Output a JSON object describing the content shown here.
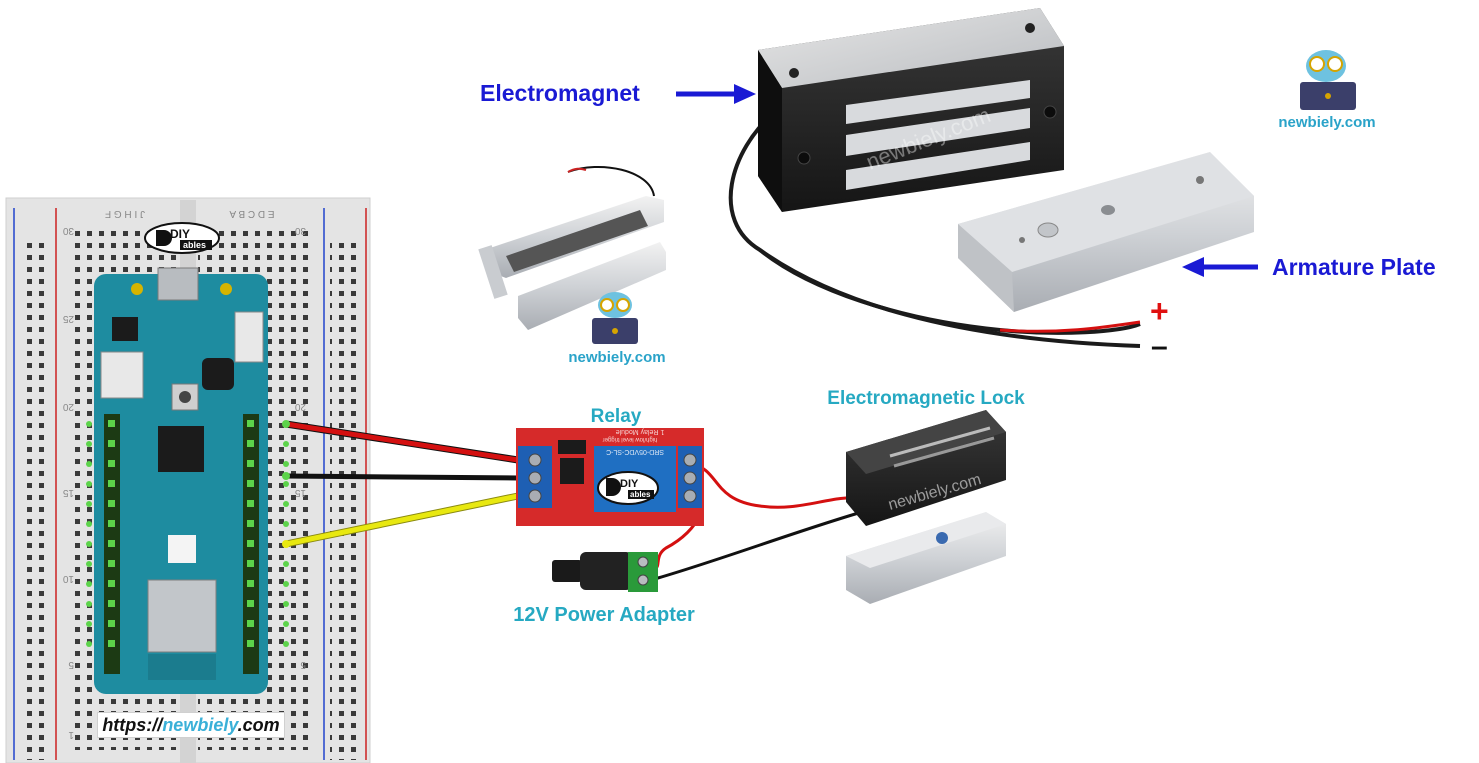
{
  "labels": {
    "electromagnet": "Electromagnet",
    "armature_plate": "Armature Plate",
    "relay": "Relay",
    "electromagnetic_lock": "Electromagnetic Lock",
    "power_adapter": "12V Power Adapter",
    "plus": "+",
    "minus": "–"
  },
  "watermark": {
    "site": "newbiely.com",
    "url_prefix": "https://",
    "url_accent": "newbiely",
    "url_suffix": ".com"
  },
  "logo": {
    "diy": "DIY",
    "ables": "ables"
  },
  "breadboard": {
    "col_letters_left": "J I H G F",
    "col_letters_right": "E D C B A",
    "row_numbers": [
      "30",
      "25",
      "20",
      "15",
      "10",
      "5",
      "1"
    ]
  },
  "relay_module": {
    "part_number": "SRD-05VDC-SL-C",
    "title": "1 Relay Module",
    "subtitle": "high/low level trigger"
  },
  "colors": {
    "label_teal": "#26a9c2",
    "label_blue": "#1a1ad4",
    "plus_red": "#e01010",
    "wire_red": "#d41010",
    "wire_black": "#111111",
    "wire_yellow": "#e8e810",
    "board_teal": "#1e8ca0",
    "relay_red": "#d62a2a"
  }
}
